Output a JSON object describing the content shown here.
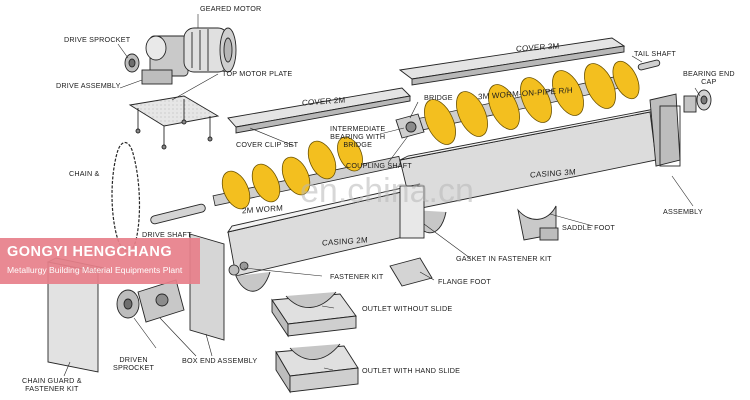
{
  "diagram": {
    "labels": {
      "geared_motor": "GEARED MOTOR",
      "drive_sprocket": "DRIVE SPROCKET",
      "drive_assembly": "DRIVE ASSEMBLY",
      "top_motor_plate": "TOP MOTOR PLATE",
      "cover_3m": "COVER 3M",
      "tail_shaft": "TAIL SHAFT",
      "bearing_end_cap_1": "BEARING END",
      "bearing_end_cap_2": "CAP",
      "bridge": "BRIDGE",
      "worm_3m": "3M WORM-ON-PIPE R/H",
      "cover_2m": "COVER 2M",
      "inter_bearing_1": "INTERMEDIATE",
      "inter_bearing_2": "BEARING WITH",
      "inter_bearing_3": "BRIDGE",
      "cover_clip_set": "COVER CLIP SET",
      "coupling_shaft": "COUPLING SHAFT",
      "chain": "CHAIN &",
      "casing_3m": "CASING 3M",
      "worm_2m": "2M WORM",
      "assembly": "ASSEMBLY",
      "drive_shaft": "DRIVE SHAFT",
      "saddle_foot": "SADDLE FOOT",
      "casing_2m": "CASING 2M",
      "gasket": "GASKET IN FASTENER KIT",
      "fastener_kit": "FASTENER KIT",
      "flange_foot": "FLANGE FOOT",
      "outlet_without_slide": "OUTLET WITHOUT SLIDE",
      "driven_sprocket_1": "DRIVEN",
      "driven_sprocket_2": "SPROCKET",
      "box_end_assembly": "BOX END ASSEMBLY",
      "chain_guard_1": "CHAIN GUARD &",
      "chain_guard_2": "FASTENER KIT",
      "outlet_with_hand_slide": "OUTLET WITH HAND SLIDE"
    },
    "brand": {
      "name": "GONGYI HENGCHANG",
      "tagline": "Metallurgy Building Material Equipments Plant"
    },
    "watermark": "en.china.cn",
    "colors": {
      "steel": "#d8d8d8",
      "steel_dark": "#9a9a9a",
      "line": "#262626",
      "flight": "#f3bf1f",
      "brand_bg": "#e8818b"
    }
  }
}
